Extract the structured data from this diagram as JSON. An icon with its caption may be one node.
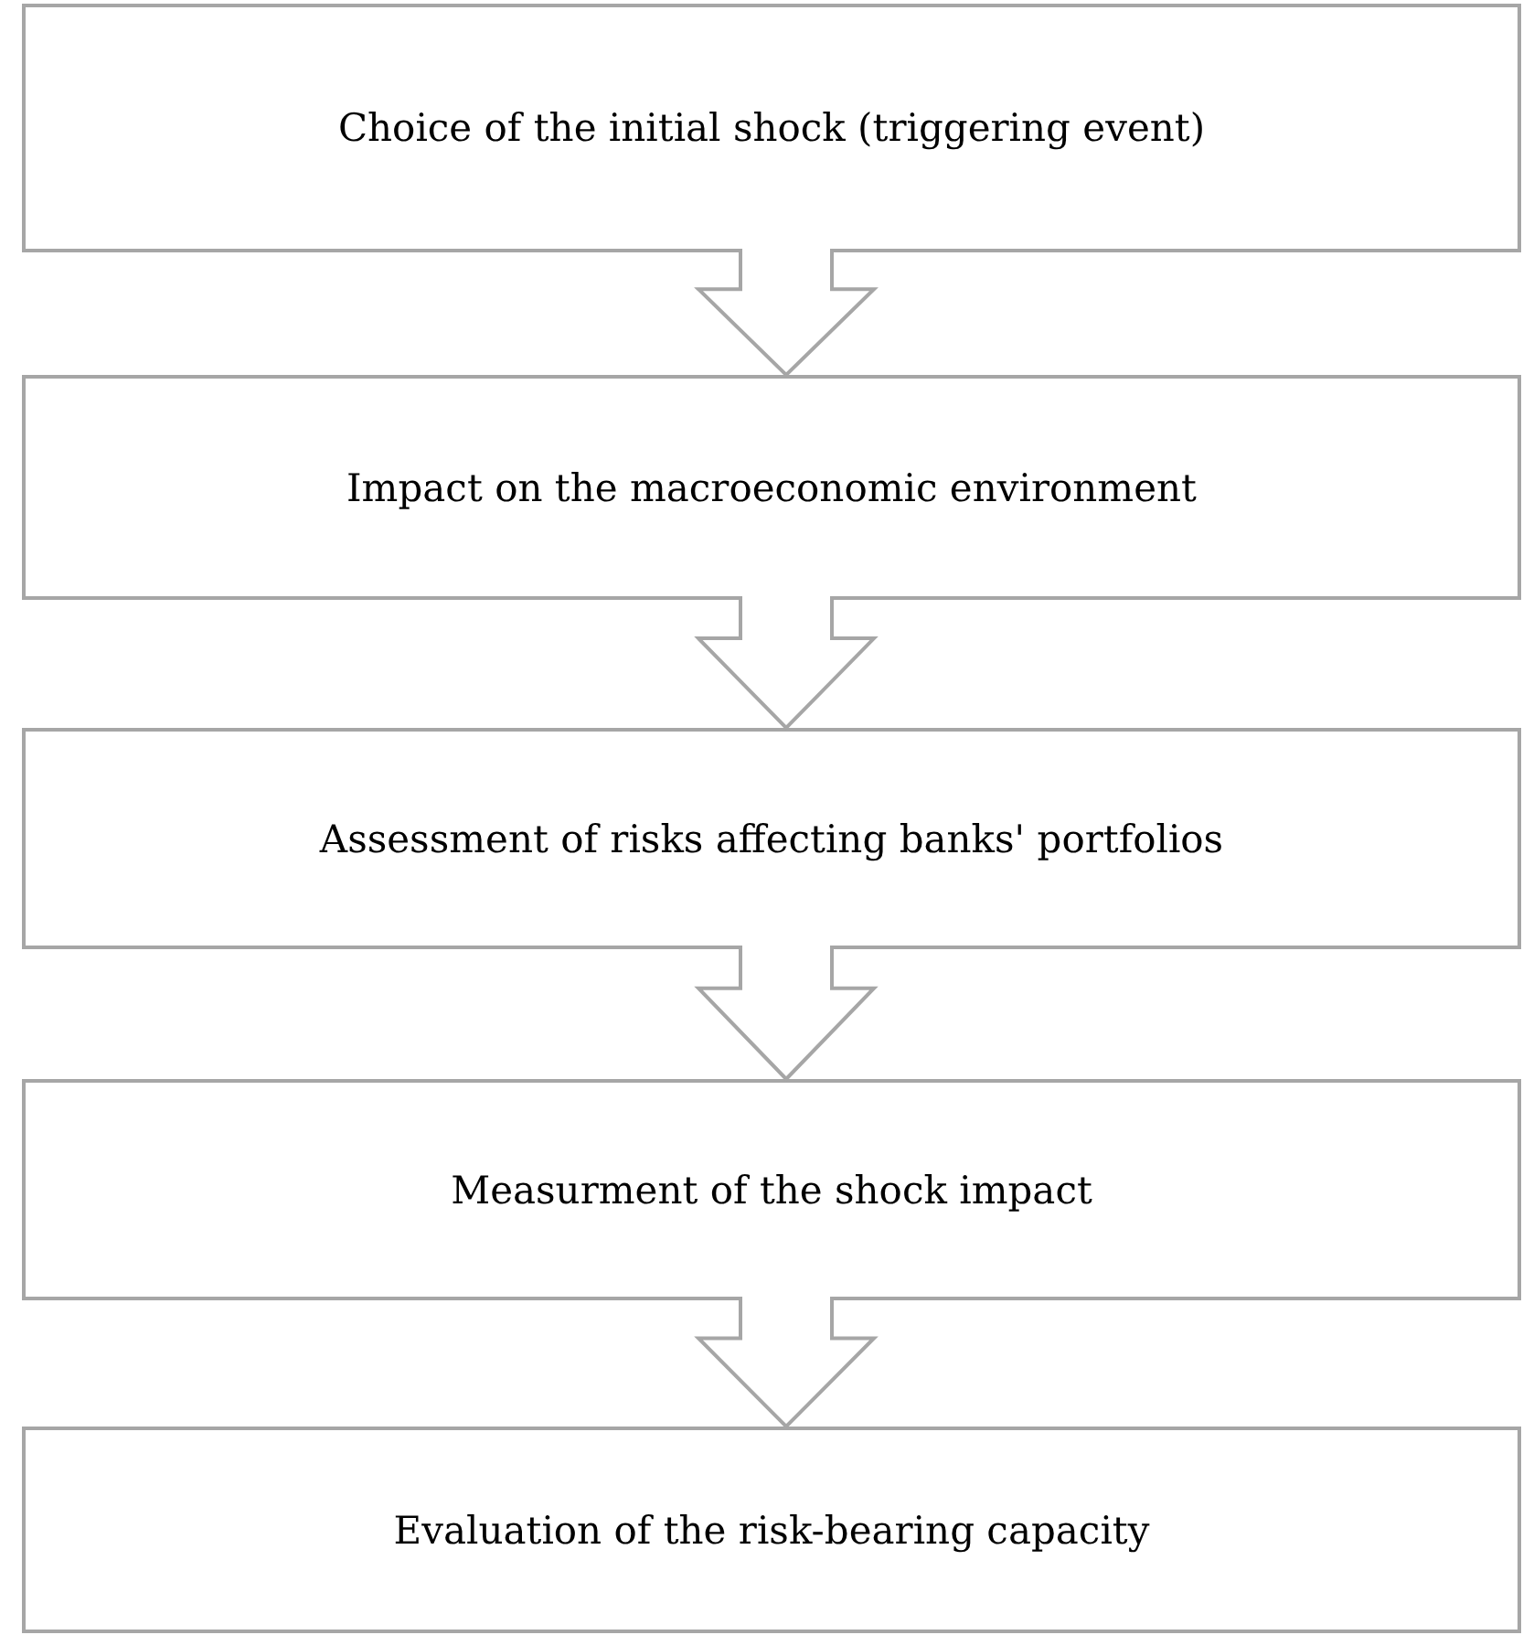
{
  "diagram": {
    "nodes": [
      {
        "text": [
          "Choice of the initial shock (triggering event)"
        ]
      },
      {
        "text": [
          "Impact on the macroeconomic environment"
        ]
      },
      {
        "text": [
          "Assessment of risks affecting banks' portfolios"
        ]
      },
      {
        "text": [
          "Measurment of the shock impact"
        ]
      },
      {
        "text": [
          "Evaluation of the risk-bearing capacity"
        ]
      }
    ],
    "edges": [
      {
        "from": 0,
        "to": 1,
        "arrow": "to"
      },
      {
        "from": 1,
        "to": 2,
        "arrow": "to"
      },
      {
        "from": 2,
        "to": 3,
        "arrow": "to"
      },
      {
        "from": 3,
        "to": 4,
        "arrow": "to"
      }
    ]
  }
}
